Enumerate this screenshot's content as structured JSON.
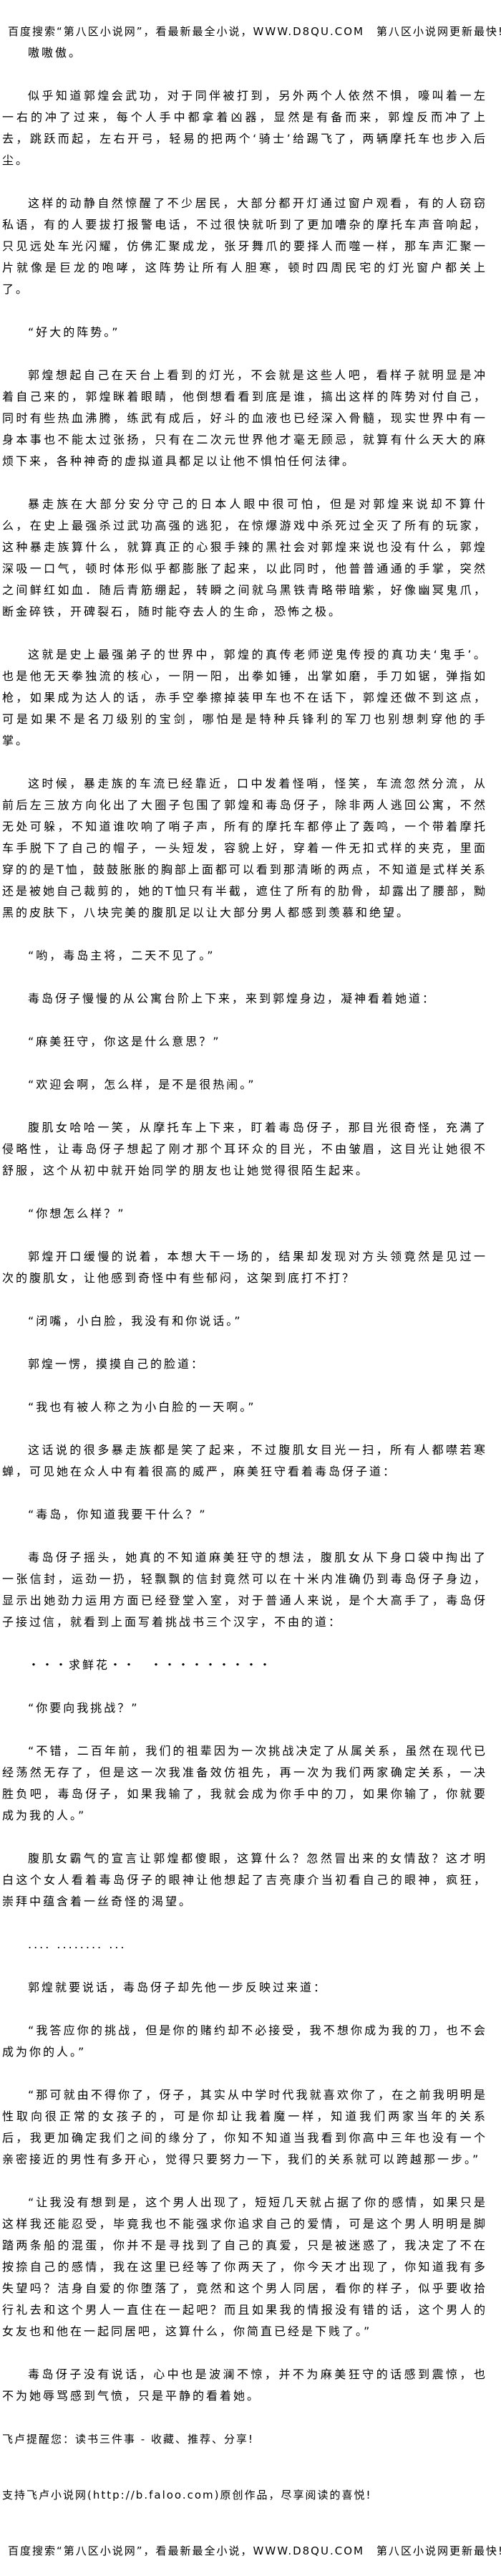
{
  "banner": "百度搜索“第八区小说网”，看最新最全小说，WWW.D8QU.COM　第八区小说网更新最快!",
  "paragraphs": [
    "嗷嗷傲。",
    "似乎知道郭煌会武功，对于同伴被打到，另外两个人依然不惧，嚎叫着一左一右的冲了过来，每个人手中都拿着凶器，显然是有备而来，郭煌反而冲了上去，跳跃而起，左右开弓，轻易的把两个‘骑士’给踢飞了，两辆摩托车也步入后尘。",
    "这样的动静自然惊醒了不少居民，大部分都开灯通过窗户观看，有的人窃窃私语，有的人要拔打报警电话，不过很快就听到了更加嘈杂的摩托车声音响起，只见远处车光闪耀，仿佛汇聚成龙，张牙舞爪的要择人而噬一样，那车声汇聚一片就像是巨龙的咆哮，这阵势让所有人胆寒，顿时四周民宅的灯光窗户都关上了。",
    "“好大的阵势。”",
    "郭煌想起自己在天台上看到的灯光，不会就是这些人吧，看样子就明显是冲着自己来的，郭煌眯着眼睛，他倒想看看到底是谁，搞出这样的阵势对付自己，同时有些热血沸腾，练武有成后，好斗的血液也已经深入骨髓，现实世界中有一身本事也不能太过张扬，只有在二次元世界他才毫无顾忌，就算有什么天大的麻烦下来，各种神奇的虚拟道具都足以让他不惧怕任何法律。",
    "暴走族在大部分安分守己的日本人眼中很可怕，但是对郭煌来说却不算什么，在史上最强杀过武功高强的逃犯，在惊爆游戏中杀死过全灭了所有的玩家，这种暴走族算什么，就算真正的心狠手辣的黑社会对郭煌来说也没有什么，郭煌深吸一口气，顿时体形似乎都膨胀了起来，以此同时，他普普通通的手掌，突然之间鲜红如血．随后青筋绷起，转瞬之间就乌黑铁青略带暗紫，好像幽冥鬼爪，断金碎铁，开碑裂石，随时能夺去人的生命，恐怖之极。",
    "这就是史上最强弟子的世界中，郭煌的真传老师逆鬼传授的真功夫‘鬼手’。也是他无天拳独流的核心，一阴一阳，出拳如锤，出掌如磨，手刀如锯，弹指如枪，如果成为达人的话，赤手空拳擦掉装甲车也不在话下，郭煌还做不到这点，可是如果不是名刀级别的宝剑，哪怕是是特种兵锋利的军刀也别想刺穿他的手掌。",
    "这时候，暴走族的车流已经靠近，口中发着怪哨，怪笑，车流忽然分流，从前后左三放方向化出了大圈子包围了郭煌和毒岛伢子，除非两人逃回公寓，不然无处可躲，不知道谁吹响了哨子声，所有的摩托车都停止了轰鸣，一个带着摩托车手脱下了自己的帽子，一头短发，容貌上好，穿着一件无扣式样的夹克，里面穿的的是T恤，鼓鼓胀胀的胸部上面都可以看到那清晰的两点，不知道是式样关系还是被她自己裁剪的，她的T恤只有半截，遮住了所有的肋骨，却露出了腰部，黝黑的皮肤下，八块完美的腹肌足以让大部分男人都感到羡慕和绝望。",
    "“哟，毒岛主将，二天不见了。”",
    "毒岛伢子慢慢的从公寓台阶上下来，来到郭煌身边，凝神看着她道：",
    "“麻美狂守，你这是什么意思？”",
    "“欢迎会啊，怎么样，是不是很热闹。”",
    "腹肌女哈哈一笑，从摩托车上下来，盯着毒岛伢子，那目光很奇怪，充满了侵略性，让毒岛伢子想起了刚才那个耳环众的目光，不由皱眉，这目光让她很不舒服，这个从初中就开始同学的朋友也让她觉得很陌生起来。",
    "“你想怎么样？”",
    "郭煌开口缓慢的说着，本想大干一场的，结果却发现对方头领竟然是见过一次的腹肌女，让他感到奇怪中有些郁闷，这架到底打不打？",
    "“闭嘴，小白脸，我没有和你说话。”",
    "郭煌一愣，摸摸自己的脸道：",
    "“我也有被人称之为小白脸的一天啊。”",
    "这话说的很多暴走族都是笑了起来，不过腹肌女目光一扫，所有人都噤若寒蝉，可见她在众人中有着很高的威严，麻美狂守看着毒岛伢子道：",
    "“毒岛，你知道我要干什么？”",
    "毒岛伢子摇头，她真的不知道麻美狂守的想法，腹肌女从下身口袋中掏出了一张信封，运劲一扔，轻飘飘的信封竟然可以在十米内准确仍到毒岛伢子身边，显示出她劲力运用方面已经登堂入室，对于普通人来说，是个大高手了，毒岛伢子接过信，就看到上面写着挑战书三个汉字，不由的道：",
    "・・・求鲜花・・　・・・・・・・・・",
    "“你要向我挑战？”",
    "“不错，二百年前，我们的祖辈因为一次挑战决定了从属关系，虽然在现代已经荡然无存了，但是这一次我准备效仿祖先，再一次为我们两家确定关系，一决胜负吧，毒岛伢子，如果我输了，我就会成为你手中的刀，如果你输了，你就要成为我的人。”",
    "腹肌女霸气的宣言让郭煌都傻眼，这算什么？忽然冒出来的女情敌？这才明白这个女人看着毒岛伢子的眼神让他想起了吉亮康介当初看自己的眼神，疯狂，崇拜中蕴含着一丝奇怪的渴望。",
    "....  ........  ...",
    "郭煌就要说话，毒岛伢子却先他一步反映过来道：",
    "“我答应你的挑战，但是你的赌约却不必接受，我不想你成为我的刀，也不会成为你的人。”",
    "“那可就由不得你了，伢子，其实从中学时代我就喜欢你了，在之前我明明是性取向很正常的女孩子的，可是你却让我着魔一样，知道我们两家当年的关系后，我更加确定我们之间的缘分了，你知不知道当我看到你高中三年也没有一个亲密接近的男性有多开心，觉得只要努力一下，我们的关系就可以跨越那一步。”",
    "“让我没有想到是，这个男人出现了，短短几天就占据了你的感情，如果只是这样我还能忍受，毕竟我也不能强求你追求自己的爱情，可是这个男人明明是脚踏两条船的混蛋，你并不是寻找到了自己的真爱，只是被迷惑了，我决定了不在按捺自己的感情，我在这里已经等了你两天了，你今天才出现了，你知道我有多失望吗？洁身自爱的你堕落了，竟然和这个男人同居，看你的样子，似乎要收拾行礼去和这个男人一直住在一起吧？而且如果我的情报没有错的话，这个男人的女友也和他在一起同居吧，这算什么，你简直已经是下贱了。”",
    "毒岛伢子没有说话，心中也是波澜不惊，并不为麻美狂守的话感到震惊，也不为她辱骂感到气愤，只是平静的看着她。"
  ],
  "footer": {
    "reminder": "飞卢提醒您：读书三件事 - 收藏、推荐、分享!",
    "support": "支持飞卢小说网(http://b.faloo.com)原创作品，尽享阅读的喜悦!",
    "banner": "百度搜索“第八区小说网”，看最新最全小说，WWW.D8QU.COM　第八区小说网更新最快!"
  }
}
